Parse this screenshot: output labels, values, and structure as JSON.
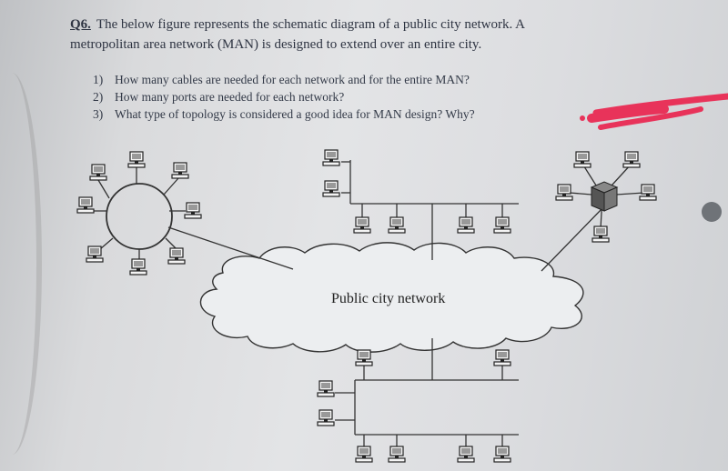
{
  "question": {
    "number": "Q6.",
    "line1": "The below figure represents the schematic diagram of a public city network. A",
    "line2": "metropolitan area network (MAN) is designed to extend over an entire city."
  },
  "items": [
    {
      "n": "1)",
      "text": "How many cables are needed for each network and for the entire MAN?"
    },
    {
      "n": "2)",
      "text": "How many ports are needed for each network?"
    },
    {
      "n": "3)",
      "text": "What type of topology is considered a good idea for MAN design? Why?"
    }
  ],
  "diagram": {
    "cloud_label": "Public city network"
  },
  "colors": {
    "ink": "#2e3442",
    "line": "#3a3a3a",
    "marker": "#e8335a"
  }
}
